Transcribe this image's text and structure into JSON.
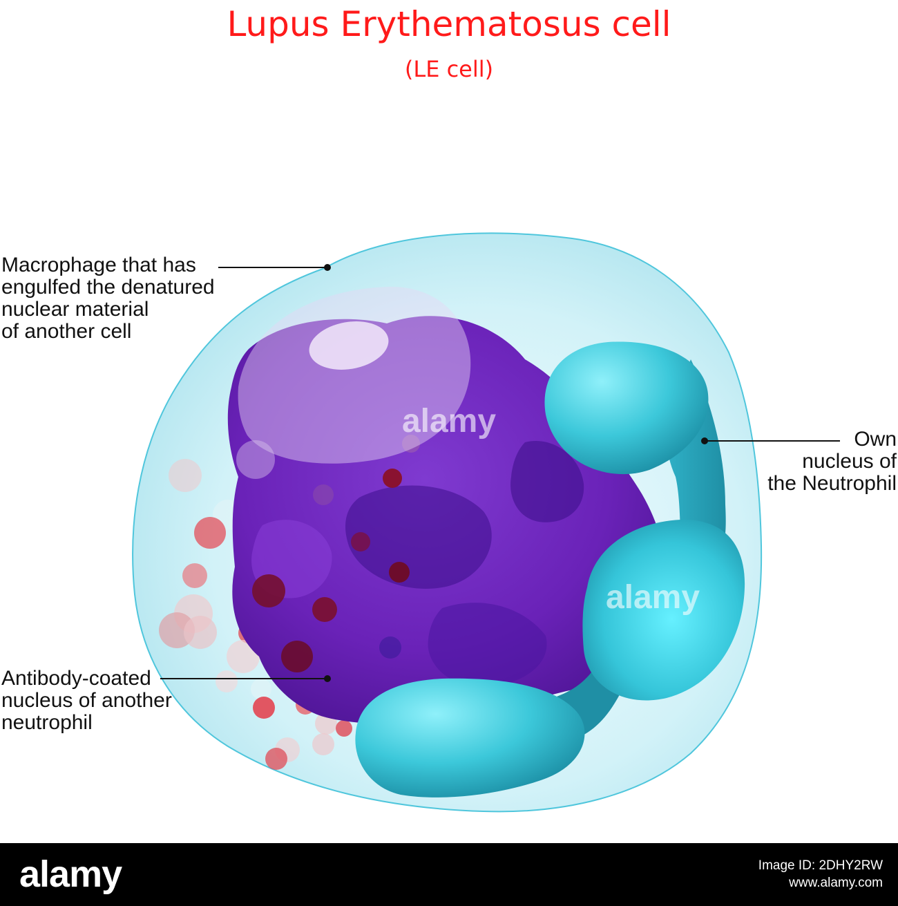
{
  "title": "Lupus Erythematosus cell",
  "subtitle": "(LE cell)",
  "labels": {
    "macrophage": "Macrophage that has\nengulfed the denatured\nnuclear material\nof another cell",
    "own_nucleus": "Own\nnucleus of\nthe Neutrophil",
    "antibody": "Antibody-coated\nnucleus of another\nneutrophil"
  },
  "watermark": "alamy",
  "footer": {
    "brand": "alamy",
    "image_id": "Image ID: 2DHY2RW",
    "site": "www.alamy.com"
  },
  "colors": {
    "title": "#ff1a1a",
    "cytoplasm": "#c6eef5",
    "engulfed_nucleus": "#7a2fc4",
    "neutrophil_nucleus": "#2fc3d6",
    "granules": "#e02a3a",
    "footer_bg": "#000000"
  }
}
